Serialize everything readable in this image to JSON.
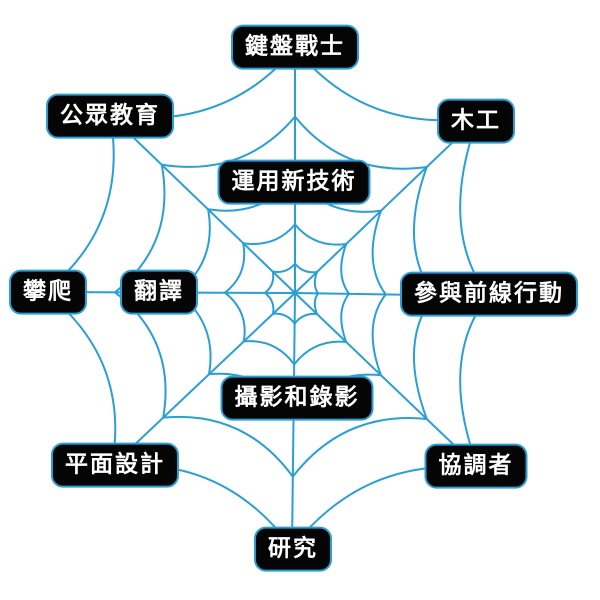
{
  "colors": {
    "web": "#2a9fd6",
    "label_bg": "#050505",
    "label_text": "#ffffff"
  },
  "labels": {
    "top": "鍵盤戰士",
    "top_right": "木工",
    "right": "參與前線行動",
    "bottom_right": "協調者",
    "bottom": "研究",
    "bottom_left": "平面設計",
    "left": "攀爬",
    "top_left": "公眾教育",
    "inner_top": "運用新技術",
    "inner_left": "翻譯",
    "inner_bottom": "攝影和錄影"
  }
}
